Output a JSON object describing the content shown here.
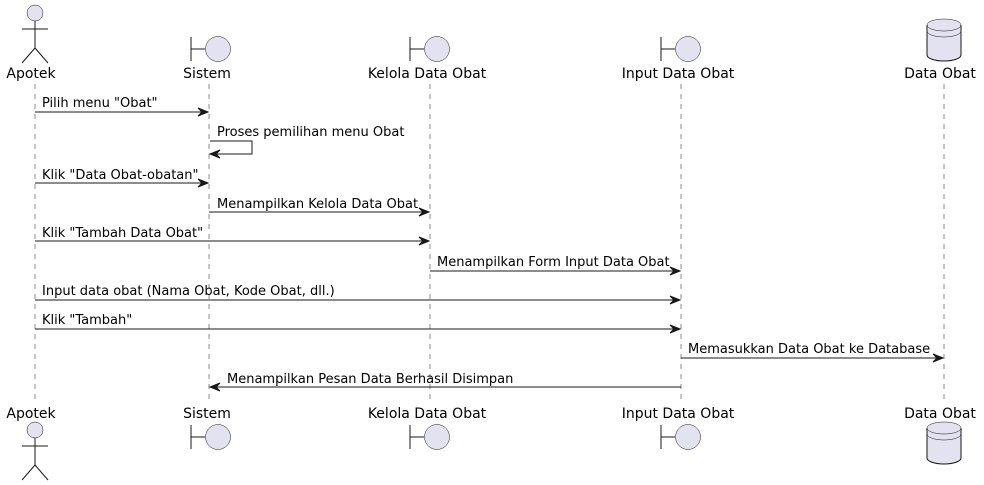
{
  "participants": [
    {
      "id": "apotek",
      "label": "Apotek",
      "type": "actor"
    },
    {
      "id": "sistem",
      "label": "Sistem",
      "type": "boundary"
    },
    {
      "id": "kelola",
      "label": "Kelola Data Obat",
      "type": "boundary"
    },
    {
      "id": "input",
      "label": "Input Data Obat",
      "type": "boundary"
    },
    {
      "id": "db",
      "label": "Data Obat",
      "type": "database"
    }
  ],
  "messages": [
    {
      "from": "apotek",
      "to": "sistem",
      "label": "Pilih menu \"Obat\""
    },
    {
      "from": "sistem",
      "to": "sistem",
      "label": "Proses pemilihan menu Obat"
    },
    {
      "from": "apotek",
      "to": "sistem",
      "label": "Klik \"Data Obat-obatan\""
    },
    {
      "from": "sistem",
      "to": "kelola",
      "label": "Menampilkan Kelola Data Obat"
    },
    {
      "from": "apotek",
      "to": "kelola",
      "label": "Klik \"Tambah Data Obat\""
    },
    {
      "from": "kelola",
      "to": "input",
      "label": "Menampilkan Form Input Data Obat"
    },
    {
      "from": "apotek",
      "to": "input",
      "label": "Input data obat (Nama Obat, Kode Obat, dll.)"
    },
    {
      "from": "apotek",
      "to": "input",
      "label": "Klik \"Tambah\""
    },
    {
      "from": "input",
      "to": "db",
      "label": "Memasukkan Data Obat ke Database"
    },
    {
      "from": "input",
      "to": "sistem",
      "label": "Menampilkan Pesan Data Berhasil Disimpan"
    }
  ]
}
